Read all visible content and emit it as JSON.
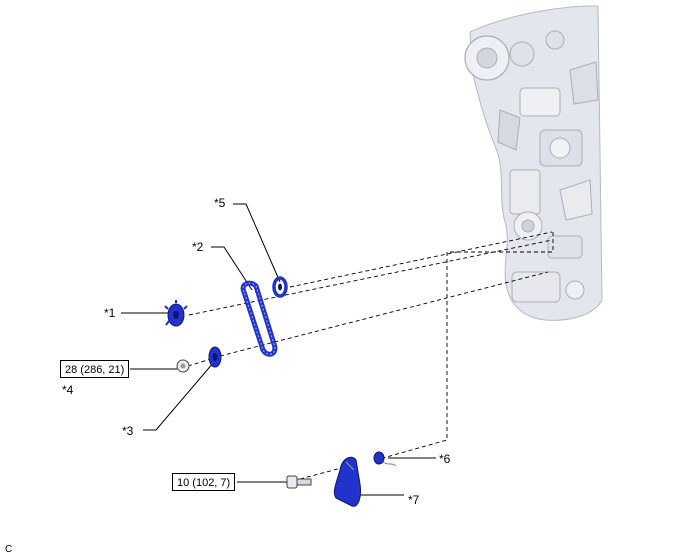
{
  "callouts": {
    "c1": "*1",
    "c2": "*2",
    "c3": "*3",
    "c4": "*4",
    "c5": "*5",
    "c6": "*6",
    "c7": "*7"
  },
  "torque": {
    "t1": "28 (286, 21)",
    "t2": "10 (102, 7)"
  },
  "corner_code": "C",
  "colors": {
    "part_blue": "#2233cc",
    "engine_gray": "#d9dde4",
    "line": "#000000"
  },
  "icons": {
    "sprocket": "gear-sprocket",
    "chain": "timing-chain",
    "bolt": "bolt",
    "spring": "coil-spring",
    "tensioner": "chain-tensioner-arm"
  }
}
